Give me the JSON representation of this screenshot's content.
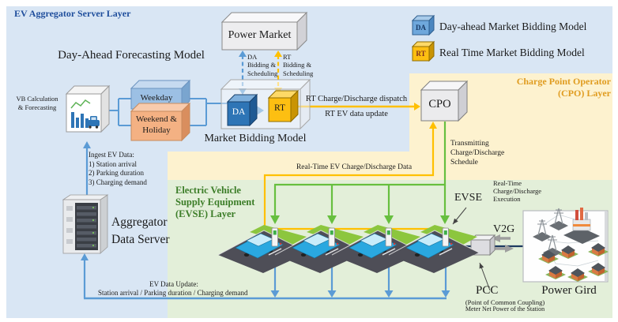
{
  "layers": {
    "server_title": "EV Aggregator Server Layer",
    "cpo_title": [
      "Charge Point Operator",
      "(CPO) Layer"
    ],
    "evse_title": [
      "Electric Vehicle",
      "Supply Equipment",
      "(EVSE) Layer"
    ]
  },
  "legend": {
    "da_abbr": "DA",
    "da_label": "Day-ahead Market Bidding Model",
    "rt_abbr": "RT",
    "rt_label": "Real Time Market Bidding Model"
  },
  "forecasting": {
    "title": "Day-Ahead Forecasting Model",
    "vb_label": [
      "VB Calculation",
      "& Forecasting"
    ],
    "weekday": "Weekday",
    "weekend": [
      "Weekend &",
      "Holiday"
    ]
  },
  "market": {
    "power_market": "Power Market",
    "da_bidding": [
      "DA",
      "Bidding &",
      "Scheduling"
    ],
    "rt_bidding": [
      "RT",
      "Bidding &",
      "Scheduling"
    ],
    "da_cube": "DA",
    "rt_cube": "RT",
    "title": "Market Bidding Model",
    "dispatch": "RT Charge/Discharge dispatch",
    "rt_update": "RT EV data update"
  },
  "cpo": {
    "cube": "CPO",
    "transmitting": [
      "Transmitting",
      "Charge/Discharge",
      "Schedule"
    ],
    "rt_ev_data": "Real-Time EV Charge/Discharge Data"
  },
  "aggregator": {
    "ingest": [
      "Ingest EV Data:",
      "1) Station arrival",
      "2) Parking duration",
      "3) Charging demand"
    ],
    "name": [
      "Aggregator",
      "Data Server"
    ],
    "update_title": "EV Data Update:",
    "update_detail": "Station arrival / Parking duration / Charging demand"
  },
  "evse": {
    "label": "EVSE",
    "execution": [
      "Real-Time",
      "Charge/Discharge",
      "Execution"
    ],
    "v2g": "V2G",
    "pcc": "PCC",
    "pcc_sub": [
      "(Point of Common Coupling)",
      "Meter Net Power of the Station"
    ],
    "power_grid": "Power Gird"
  },
  "colors": {
    "server_layer_bg": "#d9e6f4",
    "cpo_layer_bg": "#fdf2cf",
    "evse_layer_bg": "#e3efd9",
    "blue_line": "#5b9bd5",
    "yellow_line": "#ffc000",
    "green_line": "#67bf3f",
    "navy_line": "#1e3a60",
    "server_title_color": "#1f4e9c",
    "cpo_title_color": "#e09c20",
    "evse_title_color": "#3c7d28"
  }
}
